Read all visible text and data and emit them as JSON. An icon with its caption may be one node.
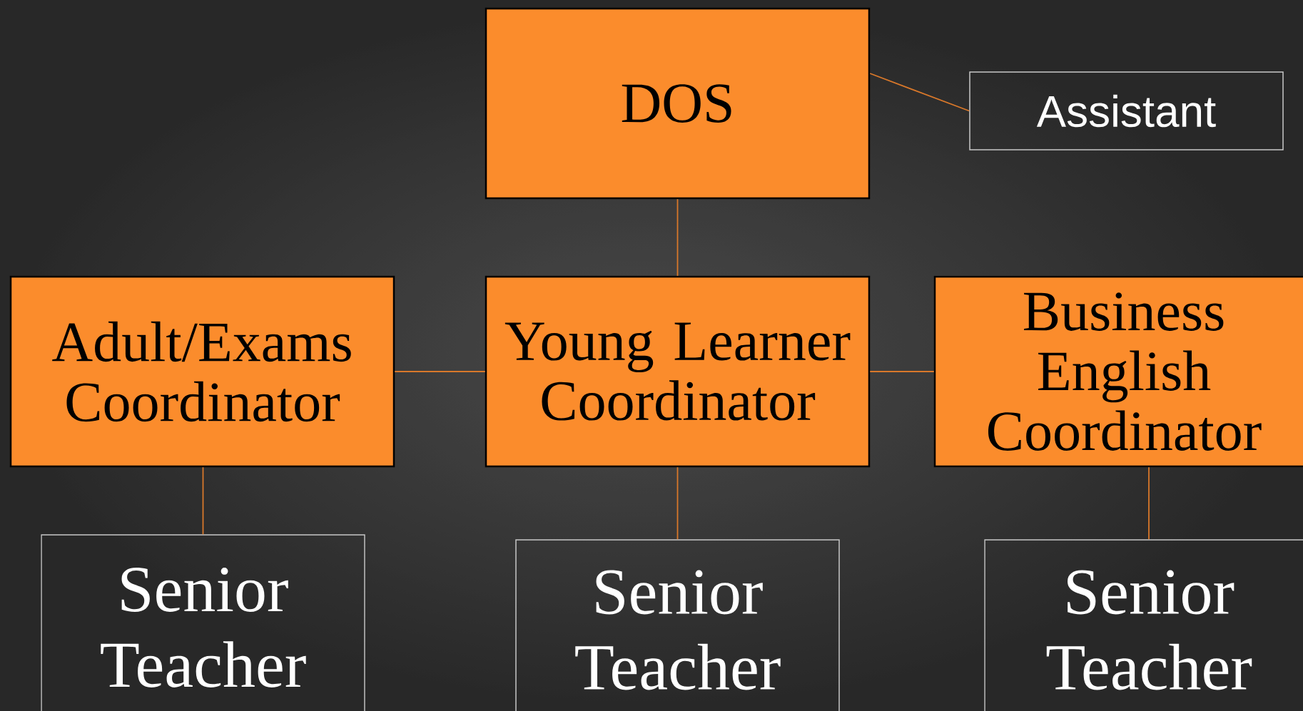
{
  "diagram": {
    "nodes": [
      {
        "text": [
          "DOS"
        ]
      },
      {
        "text": [
          "Assistant"
        ]
      },
      {
        "text": [
          "Adult/Exams Coordinator"
        ]
      },
      {
        "text": [
          "Young Learner Coordinator"
        ]
      },
      {
        "text": [
          "Business English Coordinator"
        ]
      },
      {
        "text": [
          "Senior Teacher"
        ]
      },
      {
        "text": [
          "Senior Teacher"
        ]
      },
      {
        "text": [
          "Senior Teacher"
        ]
      }
    ],
    "edges": [
      {
        "from": 0,
        "to": 1,
        "arrow": "none"
      },
      {
        "from": 0,
        "to": 3,
        "arrow": "none"
      },
      {
        "from": 2,
        "to": 3,
        "arrow": "none"
      },
      {
        "from": 3,
        "to": 4,
        "arrow": "none"
      },
      {
        "from": 2,
        "to": 5,
        "arrow": "none"
      },
      {
        "from": 3,
        "to": 6,
        "arrow": "none"
      },
      {
        "from": 4,
        "to": 7,
        "arrow": "none"
      }
    ]
  }
}
